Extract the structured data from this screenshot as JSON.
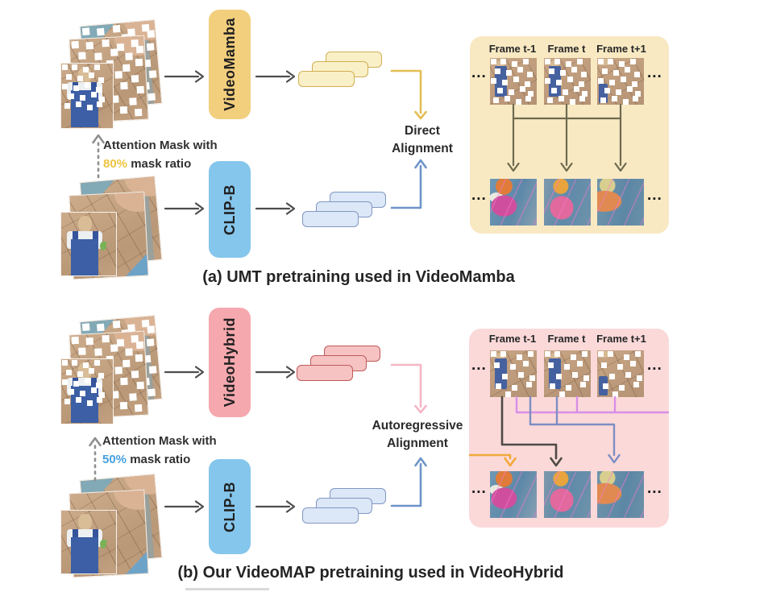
{
  "sections": {
    "a": {
      "encoder": "VideoMamba",
      "teacher": "CLIP-B",
      "mask_line1": "Attention Mask with",
      "mask_ratio": "80%",
      "mask_line2": "mask ratio",
      "align_line1": "Direct",
      "align_line2": "Alignment",
      "caption": "(a) UMT pretraining used in VideoMamba",
      "panel": {
        "frames": [
          "Frame t-1",
          "Frame t",
          "Frame t+1"
        ],
        "ellipsis": "..."
      }
    },
    "b": {
      "encoder": "VideoHybrid",
      "teacher": "CLIP-B",
      "mask_line1": "Attention Mask with",
      "mask_ratio": "50%",
      "mask_line2": "mask ratio",
      "align_line1": "Autoregressive",
      "align_line2": "Alignment",
      "caption": "(b) Our VideoMAP pretraining used in VideoHybrid",
      "panel": {
        "frames": [
          "Frame t-1",
          "Frame t",
          "Frame t+1"
        ],
        "ellipsis": "..."
      }
    }
  },
  "colors": {
    "videomamba_box": "#F2CF7D",
    "videohybrid_box": "#F5A8AE",
    "clip_box": "#85C6EC",
    "panel_a_bg": "#F8E9C3",
    "panel_b_bg": "#FBD9D9",
    "yellow_token": "#FAF0C8",
    "blue_token": "#DCE7F7",
    "red_token": "#F6C2C2",
    "ratio_a_text": "#EDC43F",
    "ratio_b_text": "#47A0E0",
    "direct_top_arrow": "#E3BE55",
    "direct_bottom_arrow": "#6D94C9",
    "autoregressive_top_arrow": "#F5B6C4",
    "violet_arrow": "#D88FE8",
    "slate_arrow": "#7D8EC4",
    "dark_arrow": "#4F4A45",
    "orange_arrow": "#F2A93B"
  }
}
